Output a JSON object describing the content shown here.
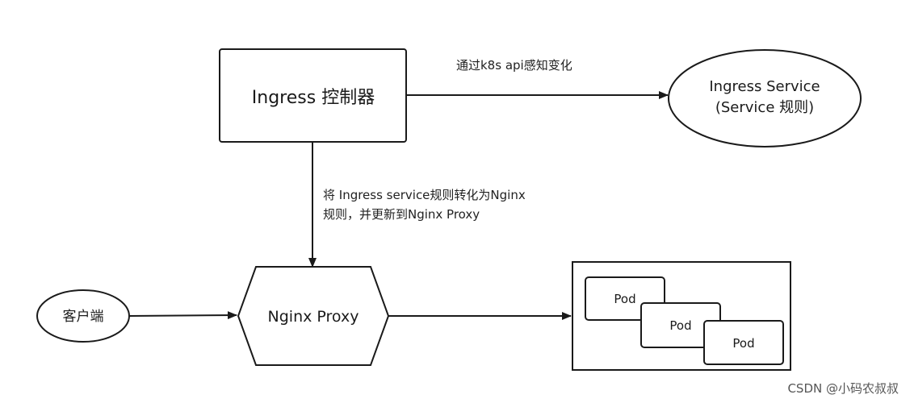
{
  "nodes": {
    "ingress_controller": {
      "label": "Ingress 控制器"
    },
    "ingress_service": {
      "line1": "Ingress Service",
      "line2": "(Service 规则)"
    },
    "nginx_proxy": {
      "label": "Nginx Proxy"
    },
    "client": {
      "label": "客户端"
    },
    "pods": [
      {
        "label": "Pod"
      },
      {
        "label": "Pod"
      },
      {
        "label": "Pod"
      }
    ]
  },
  "edges": {
    "watch_api": {
      "label": "通过k8s api感知变化"
    },
    "convert_rules": {
      "line1": "将 Ingress service规则转化为Nginx",
      "line2": "规则，并更新到Nginx Proxy"
    }
  },
  "watermark": "CSDN @小码农叔叔",
  "colors": {
    "stroke": "#1a1a1a",
    "background": "#ffffff"
  }
}
